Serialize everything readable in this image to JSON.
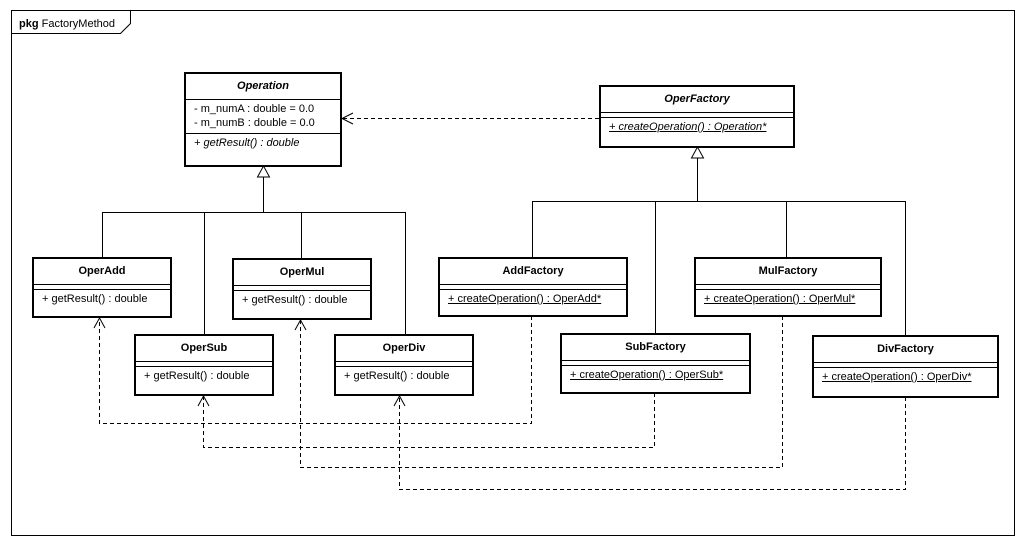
{
  "package": {
    "keyword": "pkg",
    "name": "FactoryMethod"
  },
  "classes": {
    "operation": {
      "name": "Operation",
      "attributes": [
        "- m_numA : double = 0.0",
        "- m_numB : double = 0.0"
      ],
      "operations": [
        "+ getResult() : double"
      ]
    },
    "operAdd": {
      "name": "OperAdd",
      "operations": [
        "+ getResult() : double"
      ]
    },
    "operSub": {
      "name": "OperSub",
      "operations": [
        "+ getResult() : double"
      ]
    },
    "operMul": {
      "name": "OperMul",
      "operations": [
        "+ getResult() : double"
      ]
    },
    "operDiv": {
      "name": "OperDiv",
      "operations": [
        "+ getResult() : double"
      ]
    },
    "operFactory": {
      "name": "OperFactory",
      "operations": [
        "+ createOperation() : Operation*"
      ]
    },
    "addFactory": {
      "name": "AddFactory",
      "operations": [
        "+ createOperation() : OperAdd*"
      ]
    },
    "subFactory": {
      "name": "SubFactory",
      "operations": [
        "+ createOperation() : OperSub*"
      ]
    },
    "mulFactory": {
      "name": "MulFactory",
      "operations": [
        "+ createOperation() : OperMul*"
      ]
    },
    "divFactory": {
      "name": "DivFactory",
      "operations": [
        "+ createOperation() : OperDiv*"
      ]
    }
  },
  "relations": [
    {
      "type": "dependency",
      "from": "OperFactory",
      "to": "Operation"
    },
    {
      "type": "generalization",
      "from": "OperAdd",
      "to": "Operation"
    },
    {
      "type": "generalization",
      "from": "OperSub",
      "to": "Operation"
    },
    {
      "type": "generalization",
      "from": "OperMul",
      "to": "Operation"
    },
    {
      "type": "generalization",
      "from": "OperDiv",
      "to": "Operation"
    },
    {
      "type": "generalization",
      "from": "AddFactory",
      "to": "OperFactory"
    },
    {
      "type": "generalization",
      "from": "SubFactory",
      "to": "OperFactory"
    },
    {
      "type": "generalization",
      "from": "MulFactory",
      "to": "OperFactory"
    },
    {
      "type": "generalization",
      "from": "DivFactory",
      "to": "OperFactory"
    },
    {
      "type": "dependency",
      "from": "AddFactory",
      "to": "OperAdd"
    },
    {
      "type": "dependency",
      "from": "SubFactory",
      "to": "OperSub"
    },
    {
      "type": "dependency",
      "from": "MulFactory",
      "to": "OperMul"
    },
    {
      "type": "dependency",
      "from": "DivFactory",
      "to": "OperDiv"
    }
  ]
}
